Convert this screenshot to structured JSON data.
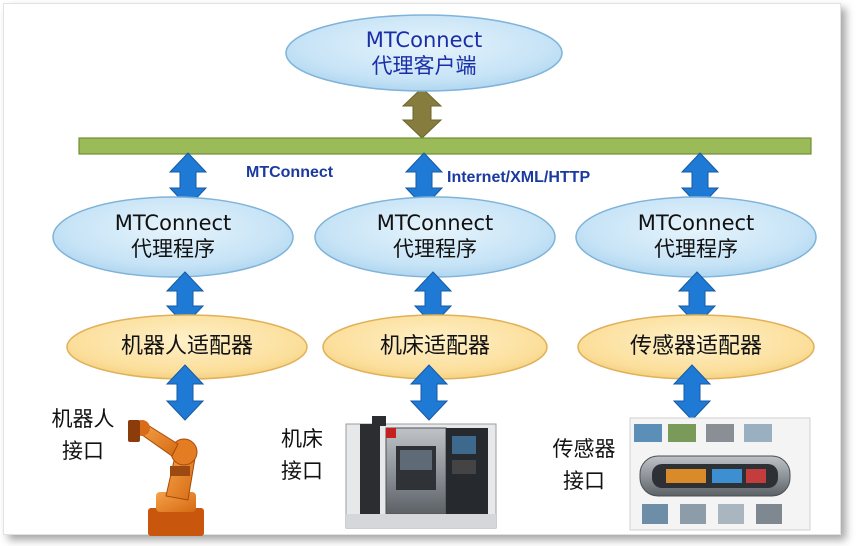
{
  "client": {
    "line1": "MTConnect",
    "line2": "代理客户端"
  },
  "network": {
    "label_left": "MTConnect",
    "label_right": "Internet/XML/HTTP"
  },
  "agents": [
    {
      "line1": "MTConnect",
      "line2": "代理程序"
    },
    {
      "line1": "MTConnect",
      "line2": "代理程序"
    },
    {
      "line1": "MTConnect",
      "line2": "代理程序"
    }
  ],
  "adapters": [
    {
      "label": "机器人适配器"
    },
    {
      "label": "机床适配器"
    },
    {
      "label": "传感器适配器"
    }
  ],
  "interfaces": [
    {
      "line1": "机器人",
      "line2": "接口",
      "picture": "robot-arm"
    },
    {
      "line1": "机床",
      "line2": "接口",
      "picture": "cnc-machine"
    },
    {
      "line1": "传感器",
      "line2": "接口",
      "picture": "sensor-cutaway"
    }
  ],
  "colors": {
    "ellipse_fill": "#cfe8f7",
    "adapter_fill": "#fbe1a4",
    "bus_fill": "#9bbb59",
    "arrow_blue": "#1f7ad6",
    "arrow_olive": "#857c3e",
    "client_text": "#1a2ea8",
    "network_text": "#1a3aa0"
  }
}
